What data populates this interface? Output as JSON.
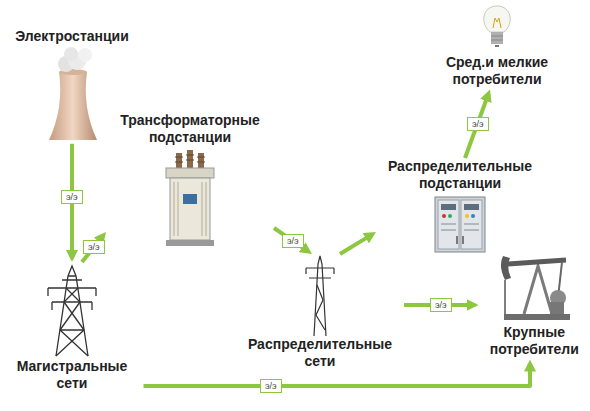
{
  "diagram": {
    "nodes": [
      {
        "text": [
          "Электростанции"
        ]
      },
      {
        "text": [
          "Магистральные сети"
        ]
      },
      {
        "text": [
          "Трансформаторные подстанции"
        ]
      },
      {
        "text": [
          "Распределительные сети"
        ]
      },
      {
        "text": [
          "Распределительные подстанции"
        ]
      },
      {
        "text": [
          "Сред.и мелкие потребители"
        ]
      },
      {
        "text": [
          "Крупные потребители"
        ]
      }
    ],
    "edges": [
      {
        "from": 0,
        "to": 1,
        "arrow": "to",
        "label": "э/э"
      },
      {
        "from": 1,
        "to": 2,
        "arrow": "to",
        "label": "э/э"
      },
      {
        "from": 2,
        "to": 3,
        "arrow": "to",
        "label": "э/э"
      },
      {
        "from": 3,
        "to": 4,
        "arrow": "to"
      },
      {
        "from": 3,
        "to": 6,
        "arrow": "to",
        "label": "э/э"
      },
      {
        "from": 4,
        "to": 5,
        "arrow": "to",
        "label": "э/э"
      },
      {
        "from": 1,
        "to": 6,
        "arrow": "to",
        "label": "э/э"
      }
    ]
  }
}
